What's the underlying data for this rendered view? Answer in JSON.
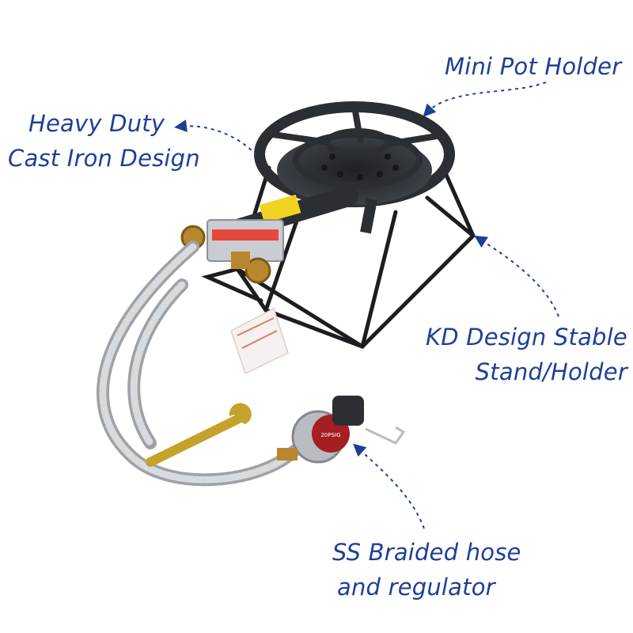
{
  "callouts": {
    "mini_pot_holder": "Mini Pot Holder",
    "cast_iron_line1": "Heavy Duty",
    "cast_iron_line2": "Cast Iron Design",
    "stand_line1": "KD Design Stable",
    "stand_line2": "Stand/Holder",
    "hose_line1": "SS Braided hose",
    "hose_line2": "and regulator"
  },
  "regulator": {
    "dial_label": "20PSIG"
  },
  "colors": {
    "callout_text": "#1f3f97",
    "arrow": "#1f3f97",
    "cast_iron": "#2b2f33",
    "brass": "#b8862c",
    "regulator_cap": "#a51e22",
    "hose": "#b9bcc0"
  }
}
